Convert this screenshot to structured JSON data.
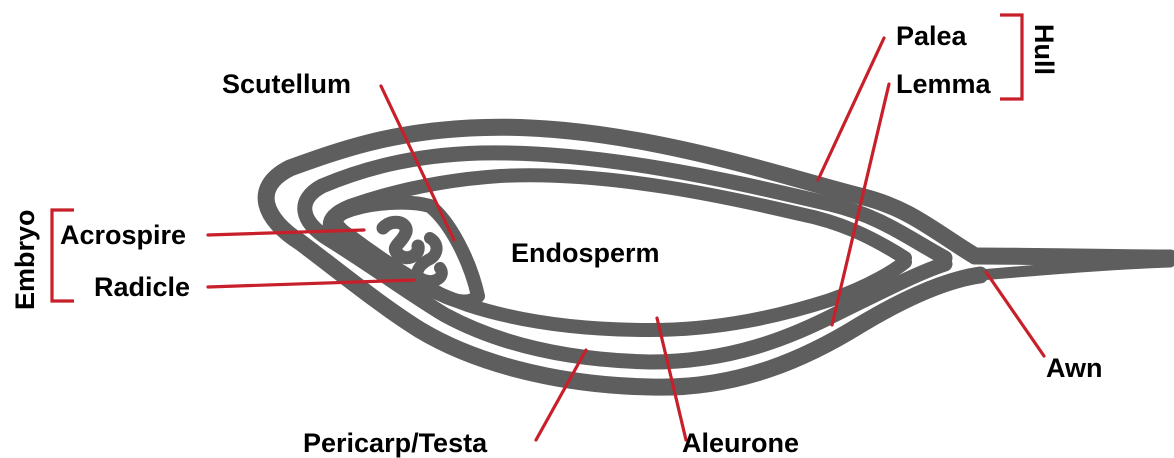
{
  "colors": {
    "outline": "#5e5e5e",
    "leader_lines": "#c8202a",
    "background": "#ffffff",
    "text": "#000000"
  },
  "labels": {
    "scutellum": "Scutellum",
    "palea": "Palea",
    "lemma": "Lemma",
    "hull": "Hull",
    "embryo": "Embryo",
    "acrospire": "Acrospire",
    "radicle": "Radicle",
    "endosperm": "Endosperm",
    "awn": "Awn",
    "pericarp_testa": "Pericarp/Testa",
    "aleurone": "Aleurone"
  }
}
